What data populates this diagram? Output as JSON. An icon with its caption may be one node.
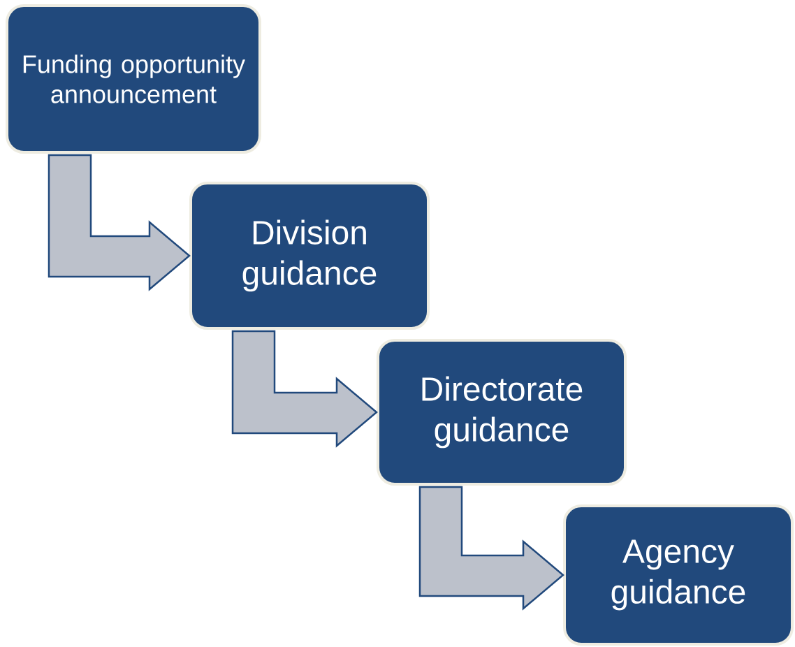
{
  "diagram": {
    "nodes": [
      {
        "text": [
          "Funding opportunity announcement"
        ]
      },
      {
        "text": [
          "Division guidance"
        ]
      },
      {
        "text": [
          "Directorate guidance"
        ]
      },
      {
        "text": [
          "Agency guidance"
        ]
      }
    ],
    "edges": [
      {
        "from": 0,
        "to": 1,
        "arrow": "to"
      },
      {
        "from": 1,
        "to": 2,
        "arrow": "to"
      },
      {
        "from": 2,
        "to": 3,
        "arrow": "to"
      }
    ]
  }
}
